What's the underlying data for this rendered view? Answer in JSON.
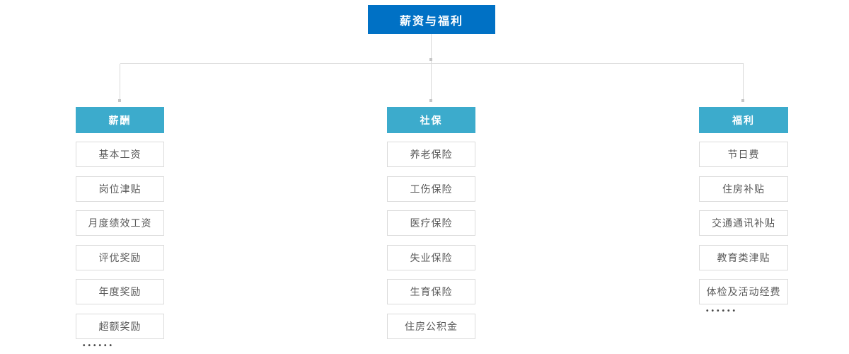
{
  "root": {
    "label": "薪资与福利"
  },
  "columns": [
    {
      "header": "薪酬",
      "items": [
        "基本工资",
        "岗位津贴",
        "月度绩效工资",
        "评优奖励",
        "年度奖励",
        "超额奖励"
      ],
      "ellipsis": "••••••"
    },
    {
      "header": "社保",
      "items": [
        "养老保险",
        "工伤保险",
        "医疗保险",
        "失业保险",
        "生育保险",
        "住房公积金"
      ],
      "ellipsis": ""
    },
    {
      "header": "福利",
      "items": [
        "节日费",
        "住房补贴",
        "交通通讯补贴",
        "教育类津贴",
        "体检及活动经费"
      ],
      "ellipsis": "••••••"
    }
  ],
  "colors": {
    "root_bg": "#0071c5",
    "header_bg": "#3cabcc",
    "item_border": "#dbdbdb",
    "item_text": "#595959",
    "connector_line": "#d9d9d9",
    "connector_cap": "#c6c6c6",
    "ellipsis_dots": "#4a4a4a"
  }
}
